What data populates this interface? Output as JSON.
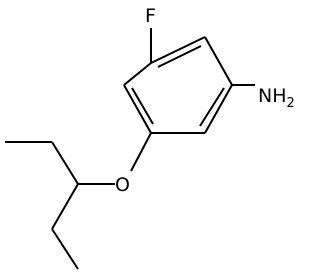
{
  "molecule": {
    "atoms": [
      {
        "id": "fluorine",
        "label": "F"
      },
      {
        "id": "amine",
        "label": "NH",
        "subscript": "2"
      },
      {
        "id": "ether-oxygen",
        "label": "O"
      }
    ]
  },
  "colors": {
    "bond": "#000000",
    "text": "#000000",
    "background": "#ffffff"
  }
}
